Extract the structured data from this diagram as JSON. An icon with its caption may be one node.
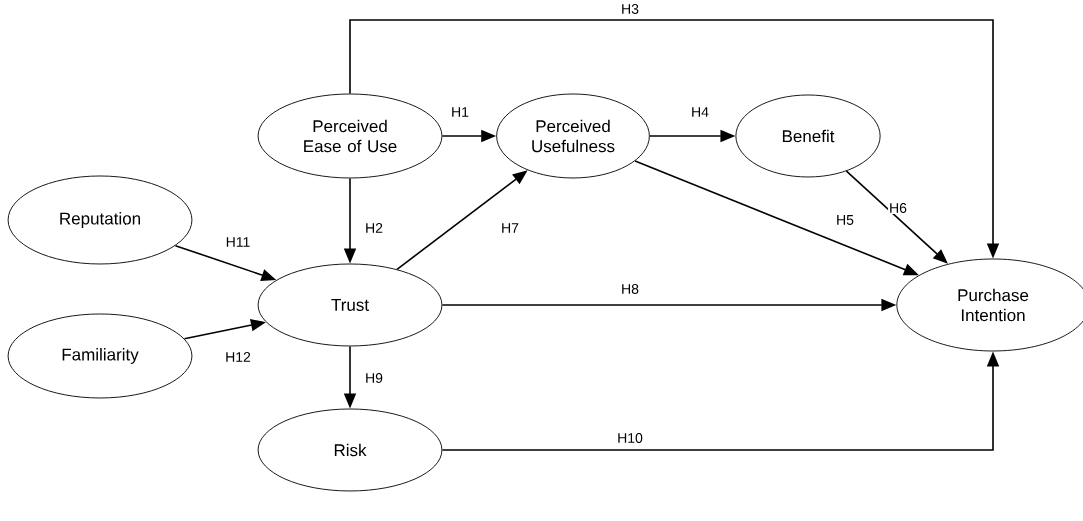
{
  "diagram": {
    "nodes": [
      {
        "text": [
          "Perceived Ease of Use"
        ]
      },
      {
        "text": [
          "Perceived Usefulness"
        ]
      },
      {
        "text": [
          "Benefit"
        ]
      },
      {
        "text": [
          "Reputation"
        ]
      },
      {
        "text": [
          "Trust"
        ]
      },
      {
        "text": [
          "Purchase Intention"
        ]
      },
      {
        "text": [
          "Familiarity"
        ]
      },
      {
        "text": [
          "Risk"
        ]
      }
    ],
    "edges": [
      {
        "from": 0,
        "to": 1,
        "arrow": "to",
        "label": "H1"
      },
      {
        "from": 0,
        "to": 4,
        "arrow": "to",
        "label": "H2"
      },
      {
        "from": 0,
        "to": 5,
        "arrow": "to",
        "label": "H3"
      },
      {
        "from": 1,
        "to": 2,
        "arrow": "to",
        "label": "H4"
      },
      {
        "from": 1,
        "to": 5,
        "arrow": "to",
        "label": "H5"
      },
      {
        "from": 2,
        "to": 5,
        "arrow": "to",
        "label": "H6"
      },
      {
        "from": 4,
        "to": 1,
        "arrow": "to",
        "label": "H7"
      },
      {
        "from": 4,
        "to": 5,
        "arrow": "to",
        "label": "H8"
      },
      {
        "from": 4,
        "to": 7,
        "arrow": "to",
        "label": "H9"
      },
      {
        "from": 7,
        "to": 5,
        "arrow": "to",
        "label": "H10"
      },
      {
        "from": 3,
        "to": 4,
        "arrow": "to",
        "label": "H11"
      },
      {
        "from": 6,
        "to": 4,
        "arrow": "to",
        "label": "H12"
      }
    ]
  }
}
